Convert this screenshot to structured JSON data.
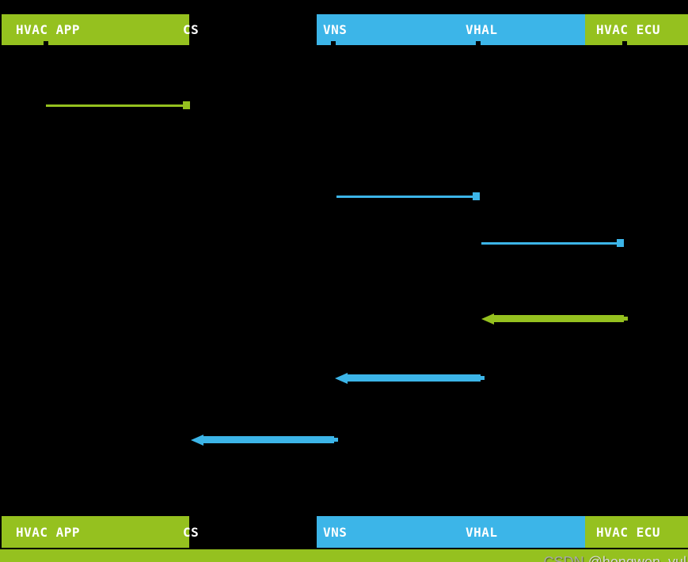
{
  "diagram": {
    "type": "sequence-diagram",
    "background": "#000000",
    "colors": {
      "green": "#95C11F",
      "blue": "#3CB5E8",
      "label_text": "#FFFFFF"
    },
    "participants": [
      {
        "id": "hvac_app",
        "label": "HVAC APP",
        "box_color": "green"
      },
      {
        "id": "cs",
        "label": "CS",
        "box_color": "none"
      },
      {
        "id": "vns",
        "label": "VNS",
        "box_color": "blue"
      },
      {
        "id": "vhal",
        "label": "VHAL",
        "box_color": "blue"
      },
      {
        "id": "hvac_ecu",
        "label": "HVAC ECU",
        "box_color": "green"
      }
    ],
    "messages": [
      {
        "from": "hvac_app",
        "to": "cs",
        "kind": "call",
        "head": "square",
        "color": "green"
      },
      {
        "from": "vns",
        "to": "vhal",
        "kind": "call",
        "head": "square",
        "color": "blue"
      },
      {
        "from": "vhal",
        "to": "hvac_ecu",
        "kind": "call",
        "head": "square",
        "color": "blue"
      },
      {
        "from": "hvac_ecu",
        "to": "vhal",
        "kind": "return",
        "head": "triangle",
        "color": "green"
      },
      {
        "from": "vhal",
        "to": "vns",
        "kind": "return",
        "head": "triangle",
        "color": "blue"
      },
      {
        "from": "vns",
        "to": "cs",
        "kind": "return",
        "head": "triangle",
        "color": "blue"
      }
    ]
  },
  "watermark": {
    "brand": "CSDN ",
    "user": "@hongwen_yul"
  }
}
